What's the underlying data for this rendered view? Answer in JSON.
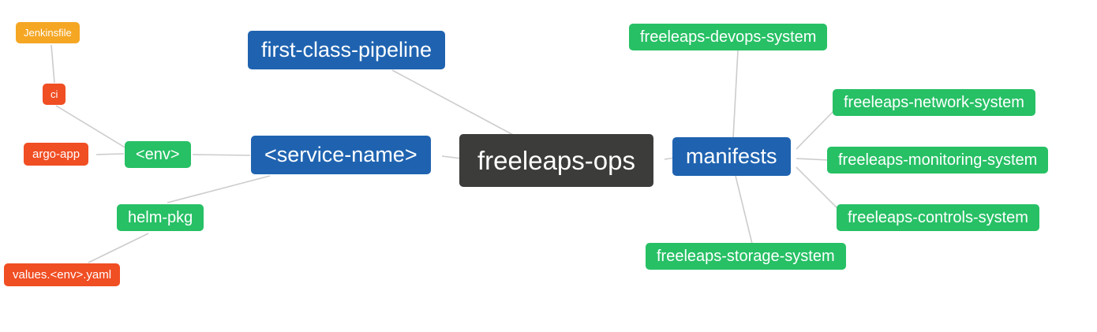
{
  "diagram": {
    "type": "mindmap",
    "root": "freeleaps-ops",
    "nodes": [
      {
        "id": "jenkinsfile",
        "label": "Jenkinsfile",
        "role": "leaf",
        "color": "amber"
      },
      {
        "id": "ci",
        "label": "ci",
        "role": "leaf",
        "color": "red"
      },
      {
        "id": "argo-app",
        "label": "argo-app",
        "role": "leaf",
        "color": "red"
      },
      {
        "id": "env",
        "label": "<env>",
        "role": "sub",
        "color": "green"
      },
      {
        "id": "helm-pkg",
        "label": "helm-pkg",
        "role": "sub",
        "color": "green"
      },
      {
        "id": "values-env-yaml",
        "label": "values.<env>.yaml",
        "role": "leaf",
        "color": "red"
      },
      {
        "id": "first-class-pipeline",
        "label": "first-class-pipeline",
        "role": "branch",
        "color": "blue"
      },
      {
        "id": "service-name",
        "label": "<service-name>",
        "role": "branch",
        "color": "blue"
      },
      {
        "id": "freeleaps-ops",
        "label": "freeleaps-ops",
        "role": "root",
        "color": "dark"
      },
      {
        "id": "manifests",
        "label": "manifests",
        "role": "branch",
        "color": "blue"
      },
      {
        "id": "freeleaps-devops-system",
        "label": "freeleaps-devops-system",
        "role": "sub",
        "color": "green"
      },
      {
        "id": "freeleaps-network-system",
        "label": "freeleaps-network-system",
        "role": "sub",
        "color": "green"
      },
      {
        "id": "freeleaps-monitoring-system",
        "label": "freeleaps-monitoring-system",
        "role": "sub",
        "color": "green"
      },
      {
        "id": "freeleaps-controls-system",
        "label": "freeleaps-controls-system",
        "role": "sub",
        "color": "green"
      },
      {
        "id": "freeleaps-storage-system",
        "label": "freeleaps-storage-system",
        "role": "sub",
        "color": "green"
      }
    ],
    "edges": [
      [
        "Jenkinsfile",
        "ci"
      ],
      [
        "ci",
        "<env>"
      ],
      [
        "argo-app",
        "<env>"
      ],
      [
        "<env>",
        "<service-name>"
      ],
      [
        "values.<env>.yaml",
        "helm-pkg"
      ],
      [
        "helm-pkg",
        "<service-name>"
      ],
      [
        "first-class-pipeline",
        "freeleaps-ops"
      ],
      [
        "<service-name>",
        "freeleaps-ops"
      ],
      [
        "freeleaps-ops",
        "manifests"
      ],
      [
        "manifests",
        "freeleaps-devops-system"
      ],
      [
        "manifests",
        "freeleaps-network-system"
      ],
      [
        "manifests",
        "freeleaps-monitoring-system"
      ],
      [
        "manifests",
        "freeleaps-controls-system"
      ],
      [
        "manifests",
        "freeleaps-storage-system"
      ]
    ]
  },
  "colors": {
    "root_bg": "#3c3c3a",
    "branch_bg": "#1f63b0",
    "green_bg": "#27c065",
    "red_bg": "#f04e23",
    "amber_bg": "#f5a623",
    "edge": "#cccccc",
    "text": "#ffffff",
    "background": "#ffffff"
  }
}
